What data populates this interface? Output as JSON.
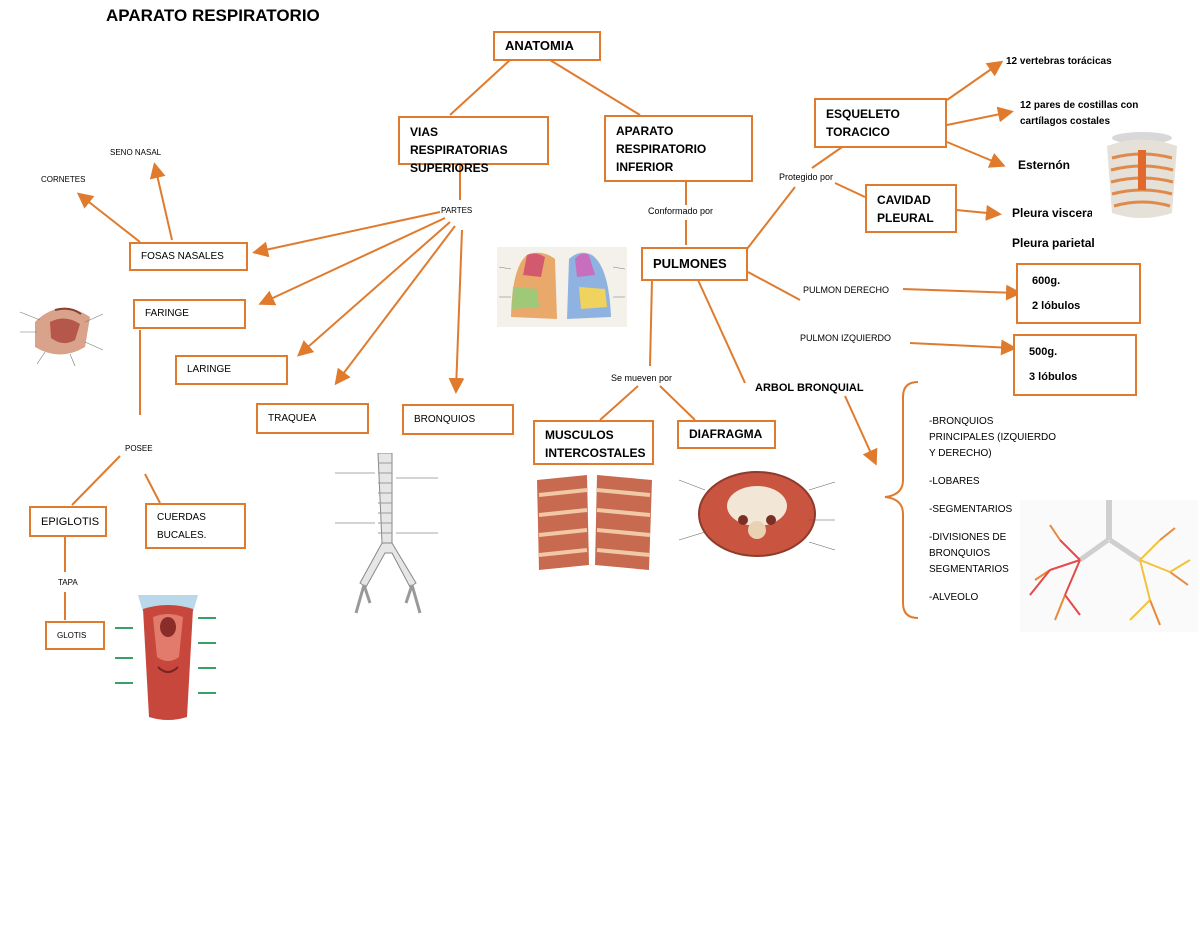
{
  "title": "APARATO RESPIRATORIO",
  "accent_color": "#E07B2E",
  "nodes": {
    "anatomia": "ANATOMIA",
    "vias_superiores": "VIAS RESPIRATORIAS SUPERIORES",
    "aparato_inferior": "APARATO RESPIRATORIO INFERIOR",
    "esqueleto": "ESQUELETO TORACICO",
    "cavidad": "CAVIDAD PLEURAL",
    "pulmones": "PULMONES",
    "fosas": "FOSAS NASALES",
    "faringe": "FARINGE",
    "laringe": "LARINGE",
    "traquea": "TRAQUEA",
    "bronquios": "BRONQUIOS",
    "epiglotis": "EPIGLOTIS",
    "cuerdas": "CUERDAS BUCALES.",
    "glotis": "GLOTIS",
    "musculos": "MUSCULOS INTERCOSTALES",
    "diafragma": "DIAFRAGMA",
    "derecho_peso": "600g.",
    "derecho_lobulos": "2 lóbulos",
    "izquierdo_peso": "500g.",
    "izquierdo_lobulos": "3 lóbulos"
  },
  "labels": {
    "seno_nasal": "SENO NASAL",
    "cornetes": "CORNETES",
    "partes": "PARTES",
    "posee": "POSEE",
    "tapa": "TAPA",
    "conformado": "Conformado por",
    "protegido": "Protegido  por",
    "se_mueven": "Se mueven por",
    "pulmon_derecho": "PULMON DERECHO",
    "pulmon_izquierdo": "PULMON IZQUIERDO",
    "arbol": "ARBOL BRONQUIAL",
    "vertebras": "12 vertebras torácicas",
    "costillas_1": "12 pares de costillas con",
    "costillas_2": "cartílagos costales",
    "esternon": "Esternón",
    "pleura_visceral": "Pleura visceral",
    "pleura_parietal": "Pleura parietal"
  },
  "arbol_list": [
    "-BRONQUIOS",
    "PRINCIPALES (IZQUIERDO",
    "Y DERECHO)",
    "-LOBARES",
    "-SEGMENTARIOS",
    "-DIVISIONES DE",
    "BRONQUIOS",
    "SEGMENTARIOS",
    "-ALVEOLO"
  ]
}
